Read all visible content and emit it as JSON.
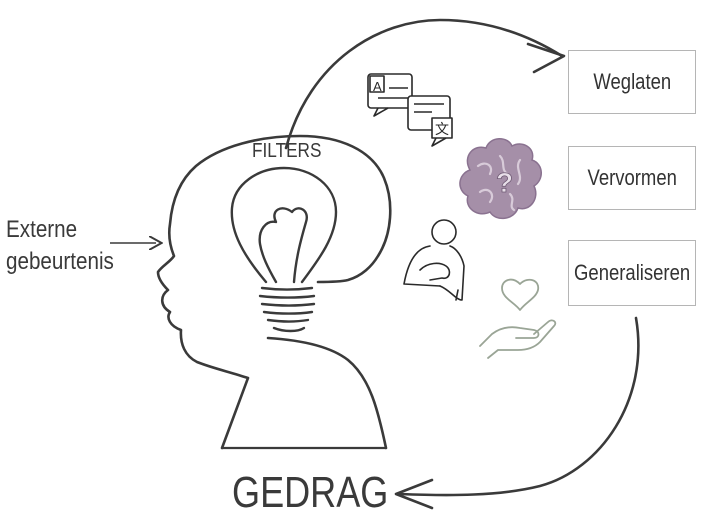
{
  "diagram": {
    "input_label_line1": "Externe",
    "input_label_line2": "gebeurtenis",
    "filters_label": "FILTERS",
    "output_label": "GEDRAG",
    "boxes": [
      "Weglaten",
      "Vervormen",
      "Generaliseren"
    ]
  },
  "icons": [
    "translate-icon",
    "brain-question-icon",
    "person-hand-on-heart-icon",
    "heart-in-hand-icon",
    "lightbulb-icon",
    "head-profile-icon"
  ],
  "colors": {
    "line": "#3a3a3a",
    "brain": "#a58fa8",
    "hand_heart": "#9aa596",
    "box_border": "#b5b5b5"
  }
}
